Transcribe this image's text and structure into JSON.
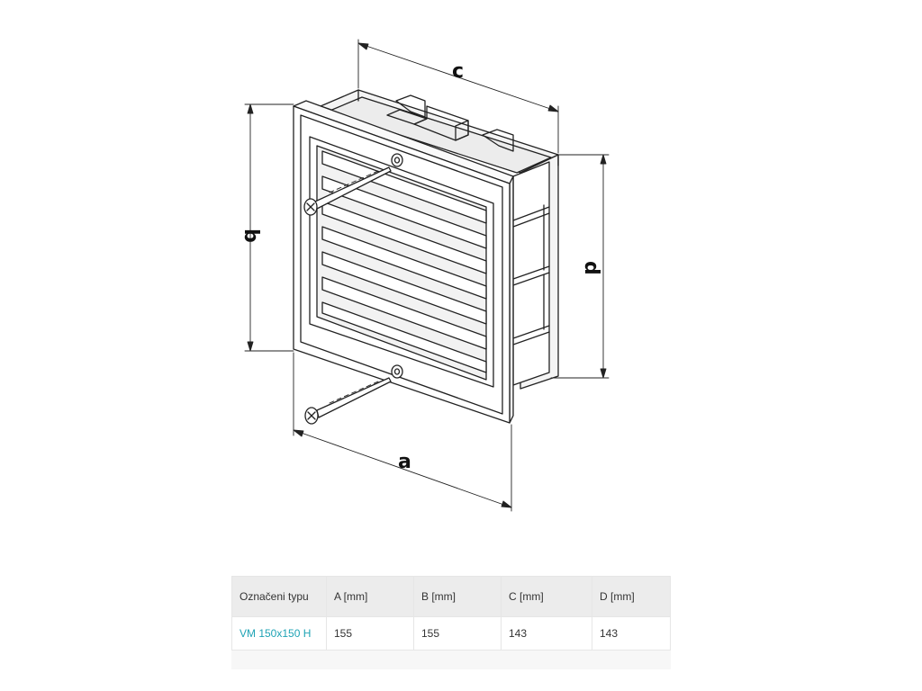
{
  "drawing": {
    "dimension_labels": {
      "a": "a",
      "b": "b",
      "c": "c",
      "d": "d"
    },
    "line_color": "#222222"
  },
  "table": {
    "headers": [
      "Označeni typu",
      "A [mm]",
      "B [mm]",
      "C [mm]",
      "D [mm]"
    ],
    "rows": [
      [
        "VM 150x150 H",
        "155",
        "155",
        "143",
        "143"
      ]
    ],
    "model_color": "#1fa3b5"
  }
}
